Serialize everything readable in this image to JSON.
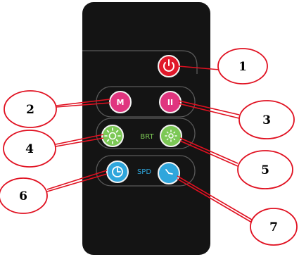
{
  "remote": {
    "body_color": "#141414",
    "outline_color": "#5a5a5a",
    "buttons": {
      "power": {
        "icon": "power-icon",
        "color": "#e0182a"
      },
      "mode": {
        "glyph": "M",
        "icon": "mode-icon",
        "color": "#e0357f"
      },
      "pause": {
        "glyph": "II",
        "icon": "pause-icon",
        "color": "#e0357f"
      },
      "brightness_up": {
        "icon": "sun-large-icon",
        "color": "#7cc855"
      },
      "brightness_down": {
        "icon": "sun-small-icon",
        "color": "#7cc855"
      },
      "speed_slow": {
        "icon": "clock-icon",
        "color": "#2fa6dc"
      },
      "speed_fast": {
        "icon": "clock-fast-icon",
        "color": "#2fa6dc"
      }
    },
    "labels": {
      "brightness": {
        "text": "BRT",
        "color": "#7cc855"
      },
      "speed": {
        "text": "SPD",
        "color": "#2fa6dc"
      }
    }
  },
  "callouts": {
    "line_color": "#e01020",
    "items": [
      {
        "number": "1"
      },
      {
        "number": "2"
      },
      {
        "number": "3"
      },
      {
        "number": "4"
      },
      {
        "number": "5"
      },
      {
        "number": "6"
      },
      {
        "number": "7"
      }
    ]
  }
}
